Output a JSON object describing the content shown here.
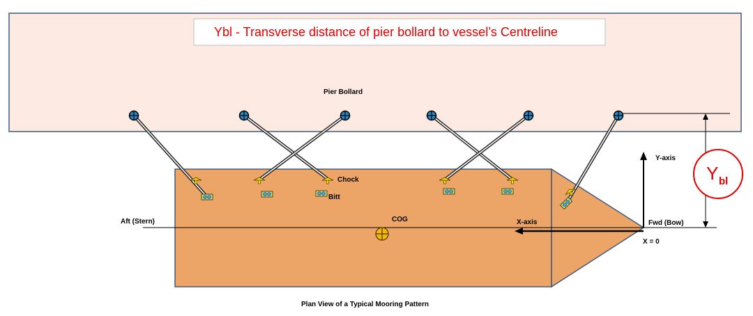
{
  "title": "Ybl -  Transverse distance of pier bollard to vessel’s Centreline",
  "labels": {
    "pier_bollard": "Pier Bollard",
    "chock": "Chock",
    "bitt": "Bitt",
    "cog": "COG",
    "aft": "Aft (Stern)",
    "fwd": "Fwd (Bow)",
    "x_axis": "X-axis",
    "y_axis": "Y-axis",
    "x_zero": "X = 0",
    "caption": "Plan View of a Typical Mooring Pattern"
  },
  "ybl": {
    "main": "Y",
    "sub": "bl"
  },
  "colors": {
    "pier_fill": "#fdebe3",
    "pier_stroke": "#3d5a80",
    "hull_fill": "#eda567",
    "hull_stroke": "#3d5a80",
    "title_text": "#e00000",
    "ybl_circle": "#e00000",
    "chock_fill": "#ffe100",
    "bitt_fill": "#7ab8c9"
  }
}
